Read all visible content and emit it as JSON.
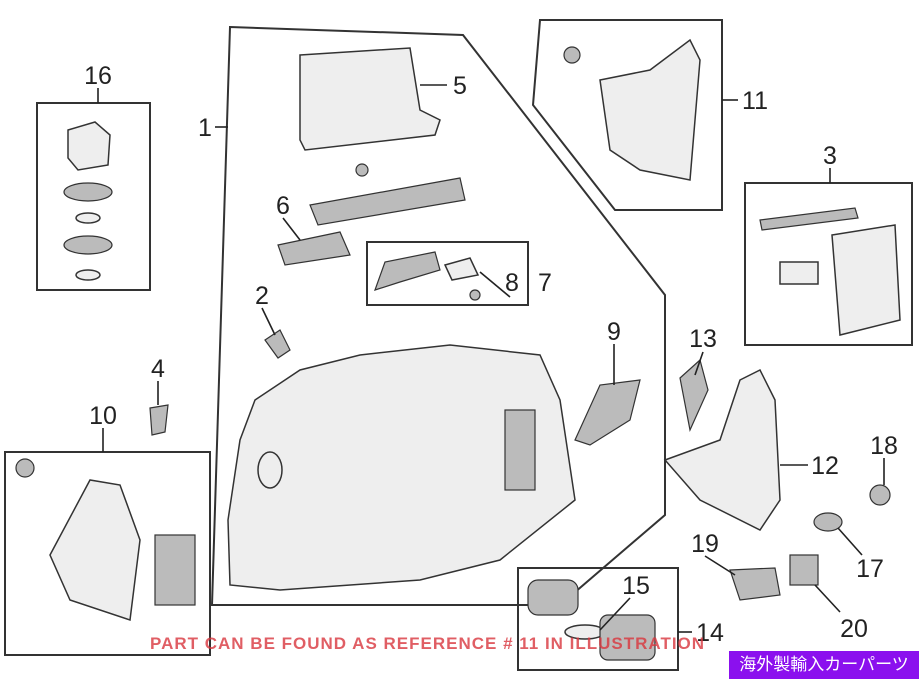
{
  "callouts": {
    "c1": "1",
    "c2": "2",
    "c3": "3",
    "c4": "4",
    "c5": "5",
    "c6": "6",
    "c7": "7",
    "c8": "8",
    "c9": "9",
    "c10": "10",
    "c11": "11",
    "c12": "12",
    "c13": "13",
    "c14": "14",
    "c15": "15",
    "c16": "16",
    "c17": "17",
    "c18": "18",
    "c19": "19",
    "c20": "20"
  },
  "note": "PART CAN BE FOUND AS REFERENCE # 11 IN ILLUSTRATION",
  "badge": "海外製輸入カーパーツ",
  "colors": {
    "note": "#d9363e",
    "badge": "#8b10ee"
  }
}
